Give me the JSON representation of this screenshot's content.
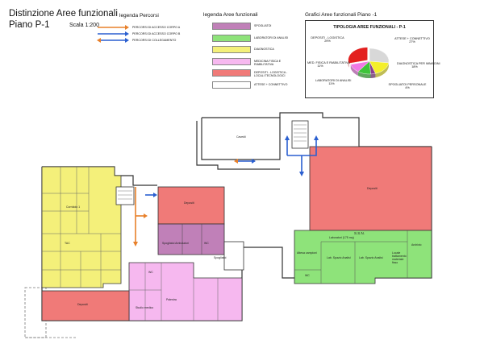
{
  "header": {
    "title_line1": "Distinzione Aree funzionali",
    "title_line2": "Piano P-1",
    "scale": "Scala 1:200"
  },
  "legend_percorsi": {
    "title": "legenda Percorsi",
    "items": [
      {
        "label": "PERCORSI DI ACCESSO CORPO A",
        "color": "#e8802a"
      },
      {
        "label": "PERCORSI DI ACCESSO CORPO B",
        "color": "#2a5fd0"
      },
      {
        "label": "PERCORSI DI COLLEGAMENTO",
        "color": "#2a5fd0"
      }
    ]
  },
  "legend_aree": {
    "title": "legenda Aree funzionali",
    "items": [
      {
        "label": "SPOGLIATOI",
        "color": "#c080b8"
      },
      {
        "label": "LABORATORI DI ANALISI",
        "color": "#8ee37a"
      },
      {
        "label": "DIAGNOSTICA",
        "color": "#f4f07a"
      },
      {
        "label": "MEDICINA FISICA E RIABILITATIVA",
        "color": "#f6b8ef"
      },
      {
        "label": "DEPOSITI - LOGISTICA - LOCALI TECNOLOGICI",
        "color": "#f07a78"
      },
      {
        "label": "ATTESE + CONNETTIVO",
        "color": "#ffffff"
      }
    ]
  },
  "chart": {
    "caption": "Grafici Aree funzionali Piano -1",
    "title": "TIPOLOGIA AREE FUNZIONALI - P-1"
  },
  "chart_data": {
    "type": "pie",
    "title": "TIPOLOGIA AREE FUNZIONALI - P-1",
    "slices": [
      {
        "name": "ATTESE + CONNETTIVO",
        "value": 27,
        "label": "27%",
        "color": "#d8d8d8"
      },
      {
        "name": "DIAGNOSTICA PER IMMAGINI",
        "value": 18,
        "label": "18%",
        "color": "#f4ef2a"
      },
      {
        "name": "SPOGLIATOI PERSONALE",
        "value": 4,
        "label": "4%",
        "color": "#8a3f8f"
      },
      {
        "name": "LABORATORI DI ANALISI",
        "value": 11,
        "label": "11%",
        "color": "#3ec43a"
      },
      {
        "name": "MED. FISICA E RIABILITATIVA",
        "value": 11,
        "label": "11%",
        "color": "#f079e6"
      },
      {
        "name": "DEPOSITI - LOGISTICA",
        "value": 29,
        "label": "29%",
        "color": "#e3201f"
      }
    ]
  },
  "rooms": {
    "depositi_top": "Depositi",
    "depositi_right": "Depositi",
    "depositi_bottom": "Depositi",
    "cavedii": "Cavedii",
    "corridoio": "Corridoio 1",
    "ssn": "S.S.N.",
    "lab": "Laboratori (175 mq)",
    "labA": "Lab. Spazio Analisi",
    "labB": "Lab. Spazio Analisi",
    "labC": "Locale trattamento materiale fisso",
    "archivio": "Archivio",
    "spogliatoi": "Spogliatoi",
    "palestra": "Palestra",
    "studio": "Studio medico",
    "attesa": "Attesa campioni",
    "spog_amb": "Spogliatoi Ambulatori",
    "wc": "WC",
    "wc2": "WC",
    "wc3": "WC",
    "tac": "TAC"
  }
}
